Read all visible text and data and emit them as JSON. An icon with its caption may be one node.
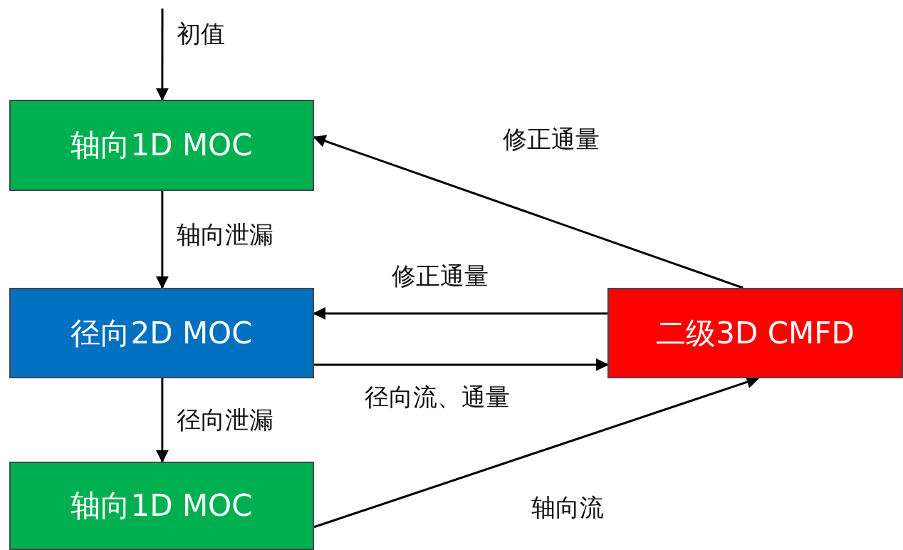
{
  "diagram": {
    "nodes": [
      {
        "text": [
          "轴向1D MOC"
        ]
      },
      {
        "text": [
          "径向2D MOC"
        ]
      },
      {
        "text": [
          "轴向1D MOC"
        ]
      },
      {
        "text": [
          "二级3D CMFD"
        ]
      }
    ],
    "edges": [
      {
        "from": null,
        "to": 0,
        "arrow": "to",
        "label": "初值"
      },
      {
        "from": 0,
        "to": 1,
        "arrow": "to",
        "label": "轴向泄漏"
      },
      {
        "from": 1,
        "to": 2,
        "arrow": "to",
        "label": "径向泄漏"
      },
      {
        "from": 3,
        "to": 0,
        "arrow": "to",
        "label": "修正通量"
      },
      {
        "from": 3,
        "to": 1,
        "arrow": "to",
        "label": "修正通量"
      },
      {
        "from": 1,
        "to": 3,
        "arrow": "to",
        "label": "径向流、通量"
      },
      {
        "from": 2,
        "to": 3,
        "arrow": "to",
        "label": "轴向流"
      }
    ]
  }
}
